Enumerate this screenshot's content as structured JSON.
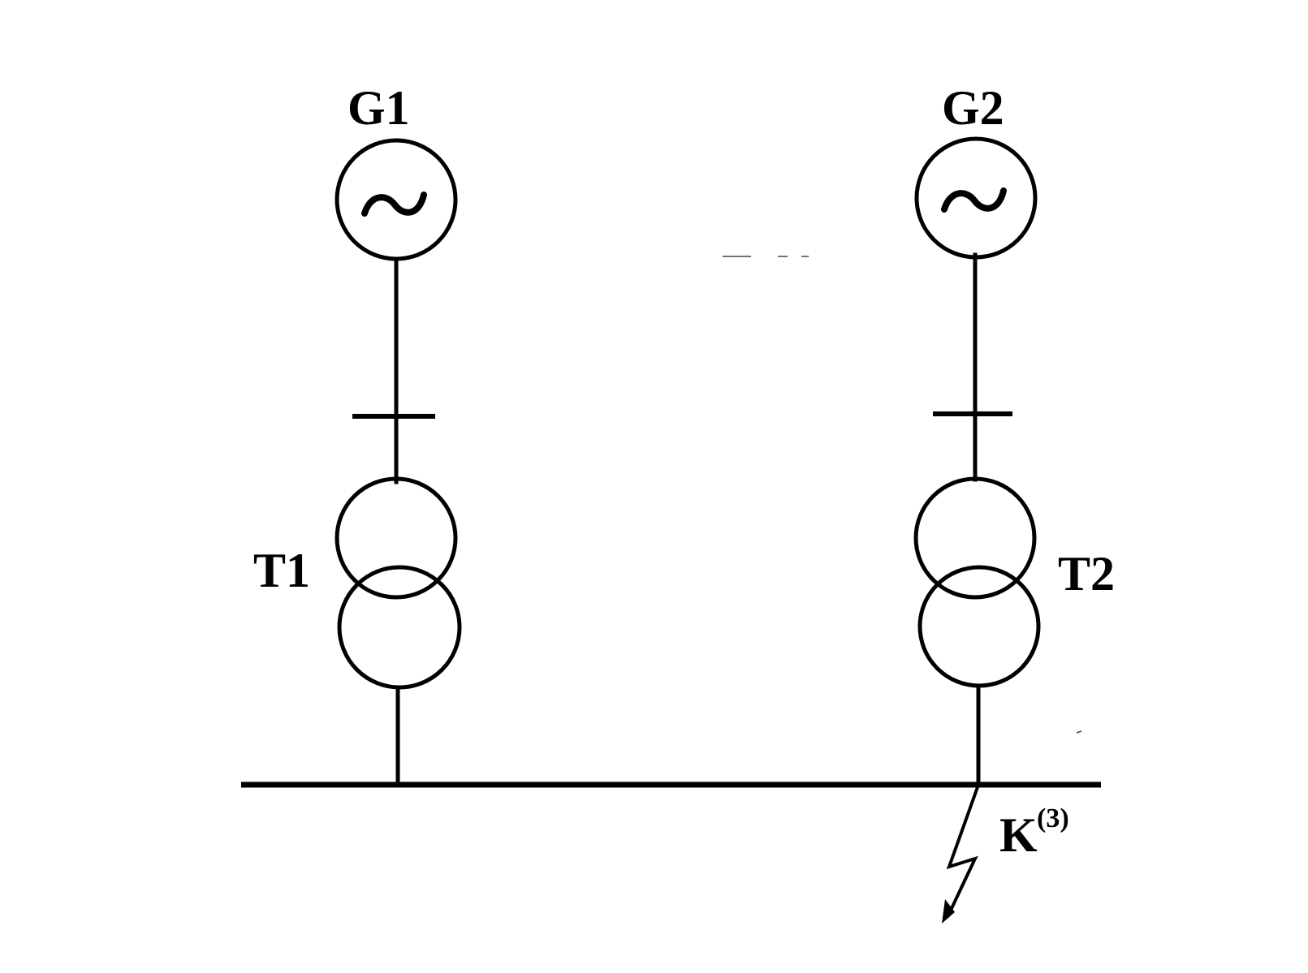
{
  "labels": {
    "g1": "G1",
    "g2": "G2",
    "t1": "T1",
    "t2": "T2",
    "fault_main": "K",
    "fault_sup": "(3)"
  },
  "colors": {
    "ink": "#000000",
    "background": "#ffffff"
  },
  "icons": {
    "generator_symbol": "sine-wave-icon",
    "fault_symbol": "lightning-arrow-icon"
  }
}
